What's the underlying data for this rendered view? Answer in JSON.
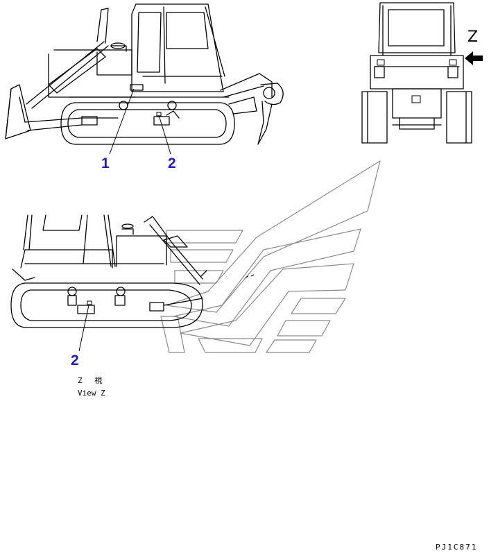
{
  "callouts": {
    "top_left": "1",
    "top_right": "2",
    "lower": "2"
  },
  "view_marker": {
    "letter": "Z",
    "arrow_icon": "arrow-left-icon"
  },
  "view_caption": {
    "jp": "Z　 視",
    "en": "View Z"
  },
  "drawing_code": "PJ1C871"
}
